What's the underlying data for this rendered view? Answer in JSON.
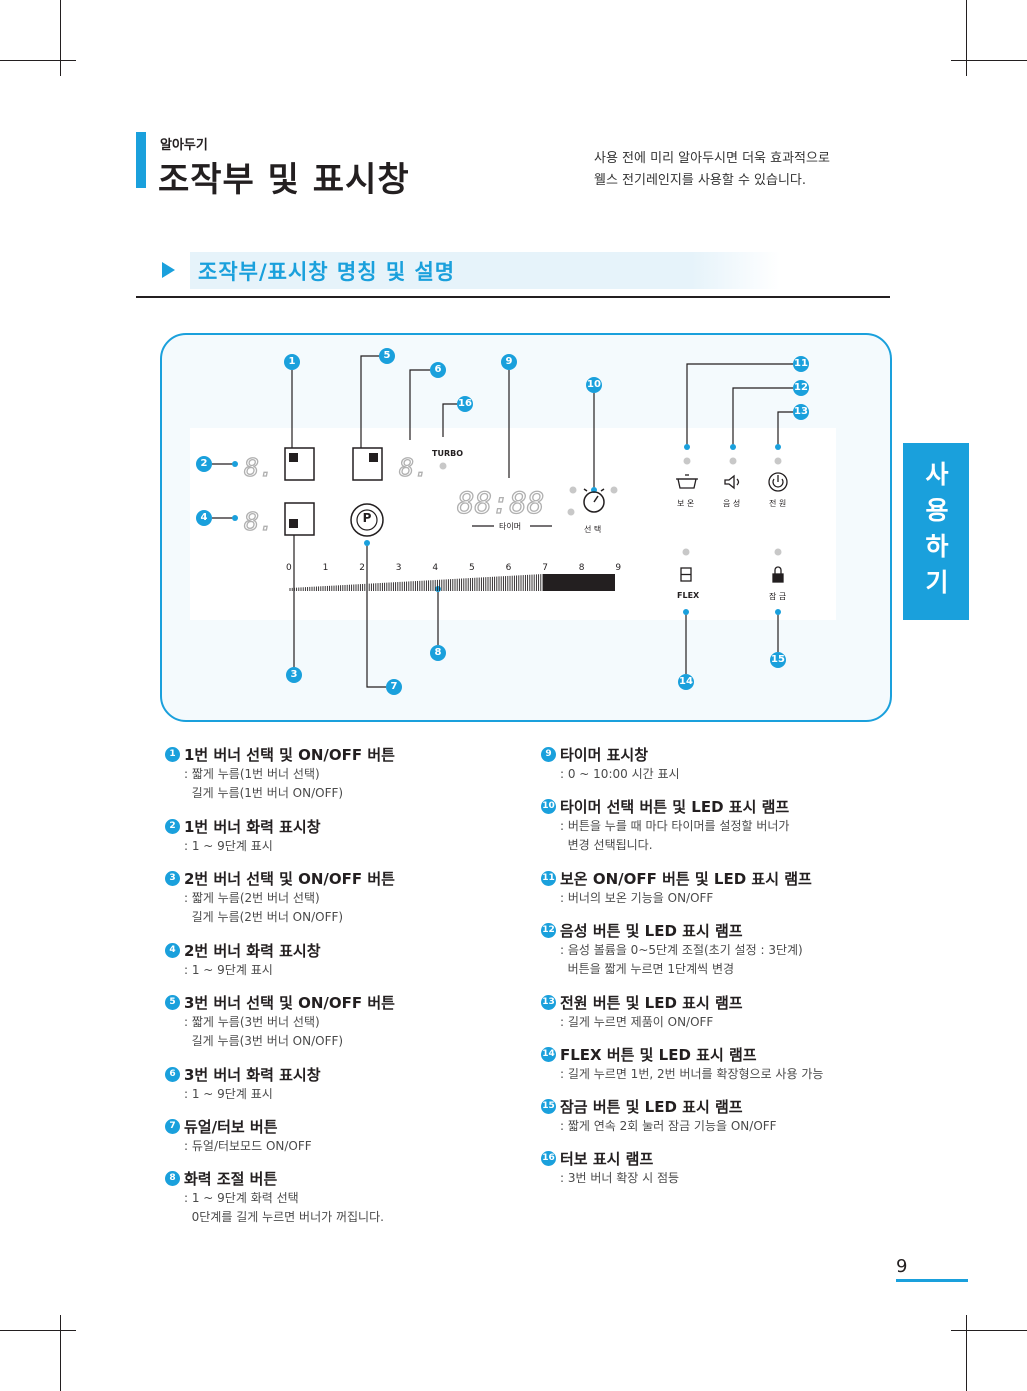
{
  "header": {
    "section_label": "알아두기",
    "title": "조작부 및 표시창",
    "description_lines": [
      "사용 전에 미리 알아두시면 더욱 효과적으로",
      "웰스 전기레인지를 사용할 수 있습니다."
    ]
  },
  "section": {
    "title": "조작부/표시창 명칭 및 설명"
  },
  "side_tab": {
    "label": "사용하기"
  },
  "panel": {
    "turbo_label": "TURBO",
    "timer_digits": "88:88",
    "timer_label": "타이머",
    "select_label": "선 택",
    "keep_warm_label": "보 온",
    "sound_label": "음 성",
    "power_label": "전 원",
    "flex_label": "FLEX",
    "lock_label": "잠 금",
    "dual_turbo_symbol": "P",
    "seg_digit": "8.",
    "scale": [
      "0",
      "1",
      "2",
      "3",
      "4",
      "5",
      "6",
      "7",
      "8",
      "9"
    ],
    "callouts": [
      "1",
      "2",
      "3",
      "4",
      "5",
      "6",
      "7",
      "8",
      "9",
      "10",
      "11",
      "12",
      "13",
      "14",
      "15",
      "16"
    ]
  },
  "legend": [
    {
      "num": "1",
      "title": "1번 버너 선택 및 ON/OFF 버튼",
      "desc": [
        ": 짧게 누름(1번 버너 선택)",
        "  길게 누름(1번 버너 ON/OFF)"
      ]
    },
    {
      "num": "2",
      "title": "1번 버너 화력 표시창",
      "desc": [
        ": 1 ~ 9단계 표시"
      ]
    },
    {
      "num": "3",
      "title": "2번 버너 선택 및 ON/OFF 버튼",
      "desc": [
        ": 짧게 누름(2번 버너 선택)",
        "  길게 누름(2번 버너 ON/OFF)"
      ]
    },
    {
      "num": "4",
      "title": "2번 버너 화력 표시창",
      "desc": [
        ": 1 ~ 9단계 표시"
      ]
    },
    {
      "num": "5",
      "title": "3번 버너 선택 및 ON/OFF 버튼",
      "desc": [
        ": 짧게 누름(3번 버너 선택)",
        "  길게 누름(3번 버너 ON/OFF)"
      ]
    },
    {
      "num": "6",
      "title": "3번 버너 화력 표시창",
      "desc": [
        ": 1 ~ 9단계 표시"
      ]
    },
    {
      "num": "7",
      "title": "듀얼/터보 버튼",
      "desc": [
        ": 듀얼/터보모드 ON/OFF"
      ]
    },
    {
      "num": "8",
      "title": "화력 조절 버튼",
      "desc": [
        ": 1 ~ 9단계 화력 선택",
        "  0단계를 길게 누르면 버너가 꺼집니다."
      ]
    },
    {
      "num": "9",
      "title": "타이머 표시창",
      "desc": [
        ": 0 ~ 10:00 시간 표시"
      ]
    },
    {
      "num": "10",
      "title": "타이머 선택 버튼 및 LED 표시 램프",
      "desc": [
        ": 버튼을 누를 때 마다 타이머를 설정할 버너가",
        "  변경 선택됩니다."
      ]
    },
    {
      "num": "11",
      "title": "보온 ON/OFF 버튼 및 LED 표시 램프",
      "desc": [
        ": 버너의 보온 기능을 ON/OFF"
      ]
    },
    {
      "num": "12",
      "title": "음성 버튼 및 LED 표시 램프",
      "desc": [
        ": 음성 볼륨을 0~5단계 조절(초기 설정 : 3단계)",
        "  버튼을 짧게 누르면 1단계씩 변경"
      ]
    },
    {
      "num": "13",
      "title": "전원 버튼 및 LED 표시 램프",
      "desc": [
        ": 길게 누르면 제품이 ON/OFF"
      ]
    },
    {
      "num": "14",
      "title": "FLEX 버튼 및 LED 표시 램프",
      "desc": [
        ": 길게 누르면 1번, 2번 버너를 확장형으로 사용 가능"
      ]
    },
    {
      "num": "15",
      "title": "잠금 버튼 및 LED 표시 램프",
      "desc": [
        ": 짧게 연속 2회 눌러 잠금 기능을 ON/OFF"
      ]
    },
    {
      "num": "16",
      "title": "터보 표시 램프",
      "desc": [
        ": 3번 버너 확장 시 점등"
      ]
    }
  ],
  "page_number": "9"
}
